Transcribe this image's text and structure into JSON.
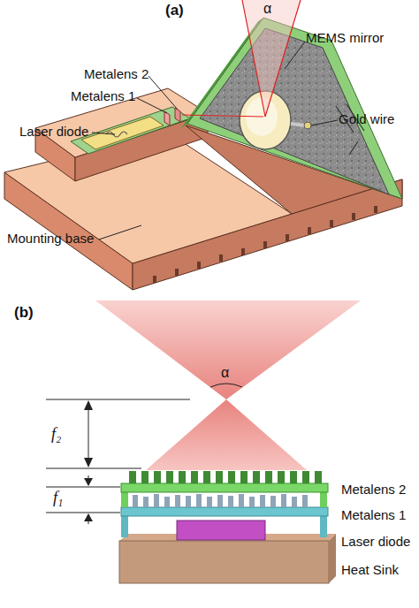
{
  "diagram": {
    "labels": [
      "(a)",
      "α",
      "MEMS mirror",
      "Metalens 2",
      "Metalens 1",
      "Laser diode",
      "Gold wire",
      "Mounting base",
      "(b)",
      "α",
      "f₂",
      "f₁",
      "Metalens 2",
      "Metalens 1",
      "Laser diode",
      "Heat Sink"
    ]
  }
}
